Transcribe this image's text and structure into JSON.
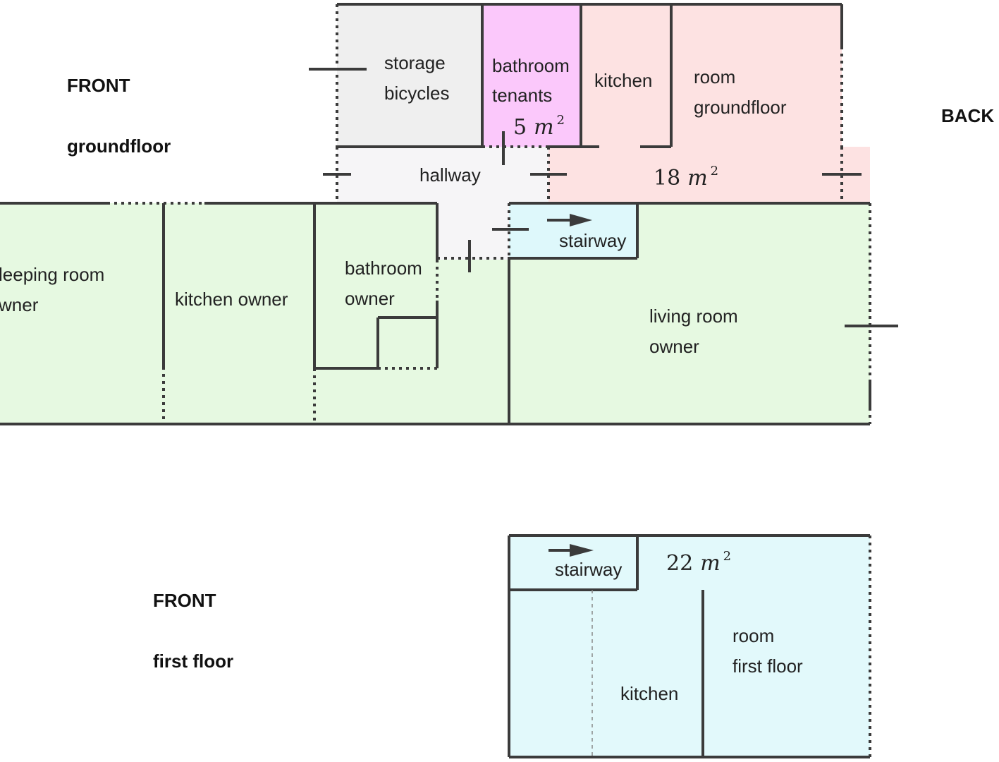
{
  "ground": {
    "front_label": "FRONT",
    "floor_label": "groundfloor",
    "back_label": "BACK",
    "rooms": {
      "storage_l1": "storage",
      "storage_l2": "bicycles",
      "bath_tenants_l1": "bathroom",
      "bath_tenants_l2": "tenants",
      "bath_area": "5",
      "kitchen": "kitchen",
      "room_l1": "room",
      "room_l2": "groundfloor",
      "room_area": "18",
      "hallway": "hallway",
      "stairway": "stairway",
      "sleeping_l1": "leeping room",
      "sleeping_l2": "wner",
      "kitchen_owner": "kitchen owner",
      "bath_owner_l1": "bathroom",
      "bath_owner_l2": "owner",
      "living_l1": "living room",
      "living_l2": "owner"
    }
  },
  "first": {
    "front_label": "FRONT",
    "floor_label": "first floor",
    "rooms": {
      "stairway": "stairway",
      "area": "22",
      "room_l1": "room",
      "room_l2": "first floor",
      "kitchen": "kitchen"
    }
  },
  "units": {
    "m": "m",
    "sq": "2"
  },
  "colors": {
    "storage": "#efefef",
    "bath_tenants": "#fbc8fb",
    "tenant_area": "#fde2e2",
    "hallway": "#f6f5f7",
    "owner_area": "#e6f9e1",
    "stairway": "#def8fb",
    "first_floor": "#e2f9fb",
    "wall": "#3b3b3b"
  }
}
